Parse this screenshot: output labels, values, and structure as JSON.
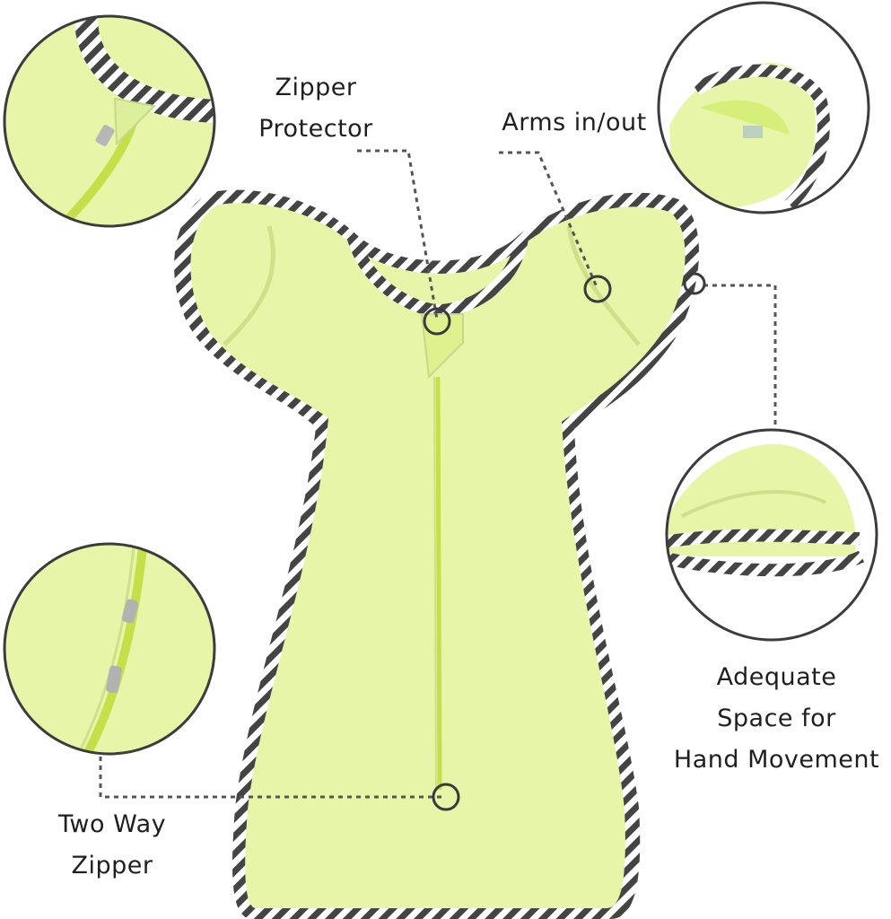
{
  "product": {
    "fabric_color": "#e6f5a8",
    "fabric_shade": "#cfe08a",
    "trim_dark": "#444444",
    "trim_light": "#ffffff",
    "zipper_color": "#c3e04a"
  },
  "callouts": [
    {
      "id": "zipper-protector",
      "lines": [
        "Zipper",
        "Protector"
      ]
    },
    {
      "id": "arms-in-out",
      "lines": [
        "Arms in/out"
      ]
    },
    {
      "id": "hand-space",
      "lines": [
        "Adequate",
        "Space for",
        "Hand Movement"
      ]
    },
    {
      "id": "two-way-zipper",
      "lines": [
        "Two Way",
        "Zipper"
      ]
    }
  ],
  "colors": {
    "leader_line": "#555555",
    "marker_ring": "#3a3a3a",
    "detail_circle_border": "#3c3c3c"
  }
}
